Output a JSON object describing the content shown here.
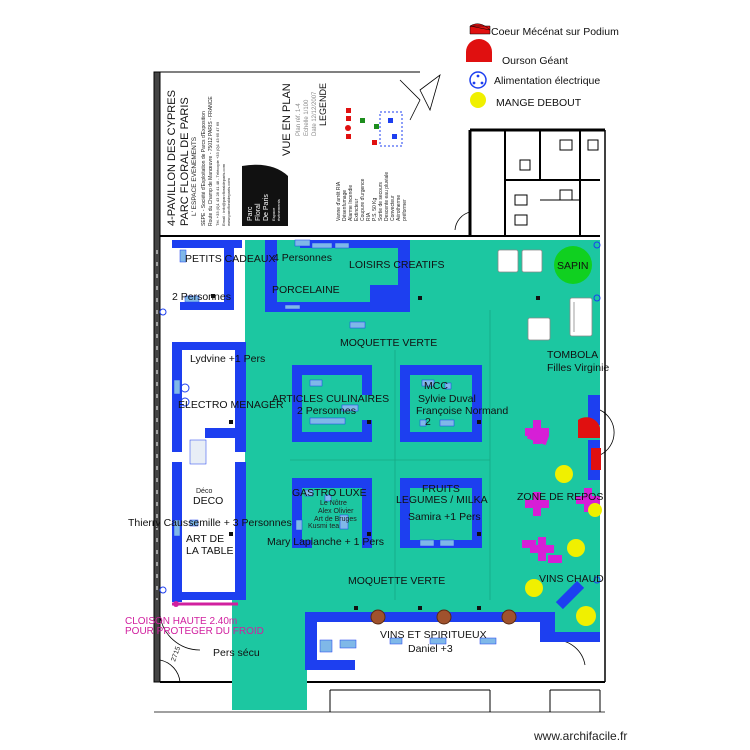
{
  "legend_top": {
    "coeur": "Coeur Mécénat sur Podium",
    "ourson": "Ourson Géant",
    "alimentation": "Alimentation électrique",
    "mange_debout": "MANGE DEBOUT"
  },
  "title_block": {
    "title": "4-PAVILLON DES CYPRES",
    "subtitle": "PARC FLORAL DE PARIS",
    "subtitle2": "L' ESPACE EVENEMENTS",
    "company": "SEPE - Société d'Exploitation de Parcs d'Exposition",
    "address": "Route du Champ de Manœuvre - 75012 PARIS - FRANCE",
    "phone": "Tél. +33 (0)1 43 28 41 48 - Télécopie +33 (0)1 43 65 47 69",
    "email": "Email : info@parcfloraldeparis.com",
    "web": "www.parcfloraldeparis.com",
    "logo_line1": "Parc",
    "logo_line2": "Floral",
    "logo_line3": "De Paris",
    "logo_line4": "Espace",
    "logo_line5": "évènements",
    "view": "VUE EN PLAN",
    "plan_ref": "Plan réf.  1-4",
    "scale": "Echelle  1/100",
    "date": "Date  12/12/2007",
    "legend": "LEGENDE",
    "legend_items": [
      "Vanne d'arrêt RIA",
      "Désenfumage",
      "Alarme Incendie",
      "Extincteur",
      "Coupure d'urgence",
      "RIA",
      "P.S. 50 Kg",
      "Sortie de secours",
      "Descente eau pluviale",
      "Convecteur",
      "Aérotherme",
      "préformer"
    ]
  },
  "stands": {
    "petits_cadeaux": "PETITS CADEAUX",
    "petits_cadeaux_staff": "2 Personnes",
    "four_persons": "4 Personnes",
    "loisirs": "LOISIRS CREATIFS",
    "porcelaine": "PORCELAINE",
    "sapin": "SAPIN",
    "moquette_top": "MOQUETTE VERTE",
    "lydvine": "Lydvine +1 Pers",
    "electro": "ELECTRO MENAGER",
    "tombola": "TOMBOLA",
    "filles": "Filles Virginie",
    "mcc": "MCC",
    "mcc_staff1": "Sylvie Duval",
    "mcc_staff2": "Françoise Normand",
    "mcc_staff3": "2",
    "articles": "ARTICLES CULINAIRES",
    "articles_staff": "2 Personnes",
    "deco_small": "Déco",
    "deco": "DECO",
    "gastro": "GASTRO LUXE",
    "gastro_sub1": "Le Nôtre",
    "gastro_sub2": "Alex Olivier",
    "gastro_sub3": "Art de Bruges",
    "gastro_sub4": "Kusmi tea",
    "fruits": "FRUITS LEGUMES / MILKA",
    "samira": "Samira +1 Pers",
    "zone_repos": "ZONE DE REPOS",
    "thierry": "Thierry Caussemille + 3 Personnes",
    "art_table": "ART DE LA TABLE",
    "mary": "Mary Laplanche + 1 Pers",
    "moquette_bottom": "MOQUETTE VERTE",
    "vins_chaud": "VINS CHAUD",
    "cloison1": "CLOISON HAUTE 2.40m",
    "cloison2": "POUR PROTEGER DU FROID",
    "vins_spiritueux": "VINS ET SPIRITUEUX",
    "daniel": "Daniel +3",
    "pers_secu": "Pers sécu",
    "dim_2715": "2715"
  },
  "watermark": "www.archifacile.fr",
  "colors": {
    "floor_green": "#1cc7a1",
    "stand_blue": "#1d3ff0",
    "light_blue": "#7fb8e8",
    "magenta": "#d61fd6",
    "yellow": "#f0f000",
    "red": "#e01010",
    "sapin_green": "#10d020",
    "cloison_pink": "#d1209f"
  }
}
